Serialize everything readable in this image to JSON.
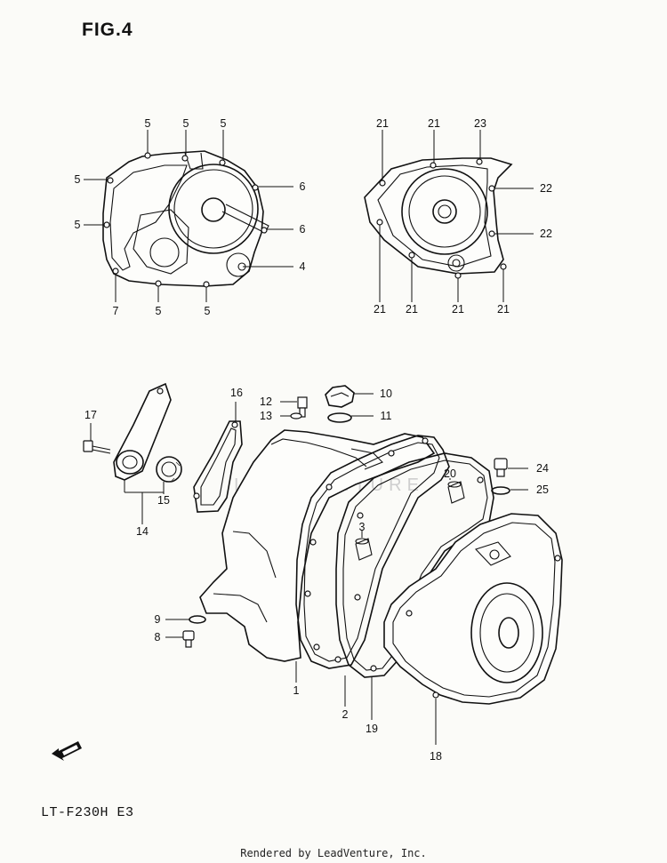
{
  "figure": {
    "title": "FIG.4",
    "model": "LT-F230H  E3",
    "footer": "Rendered by LeadVenture, Inc.",
    "watermark": "LEADVENTURE"
  },
  "callouts": {
    "left_cover": [
      "5",
      "5",
      "5",
      "5",
      "5",
      "6",
      "6",
      "4",
      "7",
      "5",
      "5"
    ],
    "right_cover": [
      "21",
      "21",
      "23",
      "22",
      "22",
      "21",
      "21",
      "21",
      "21"
    ],
    "main": [
      "16",
      "17",
      "15",
      "14",
      "12",
      "13",
      "10",
      "11",
      "20",
      "3",
      "24",
      "25",
      "9",
      "8",
      "1",
      "2",
      "19",
      "18"
    ]
  },
  "fwd_icon": "fwd-arrow-icon"
}
